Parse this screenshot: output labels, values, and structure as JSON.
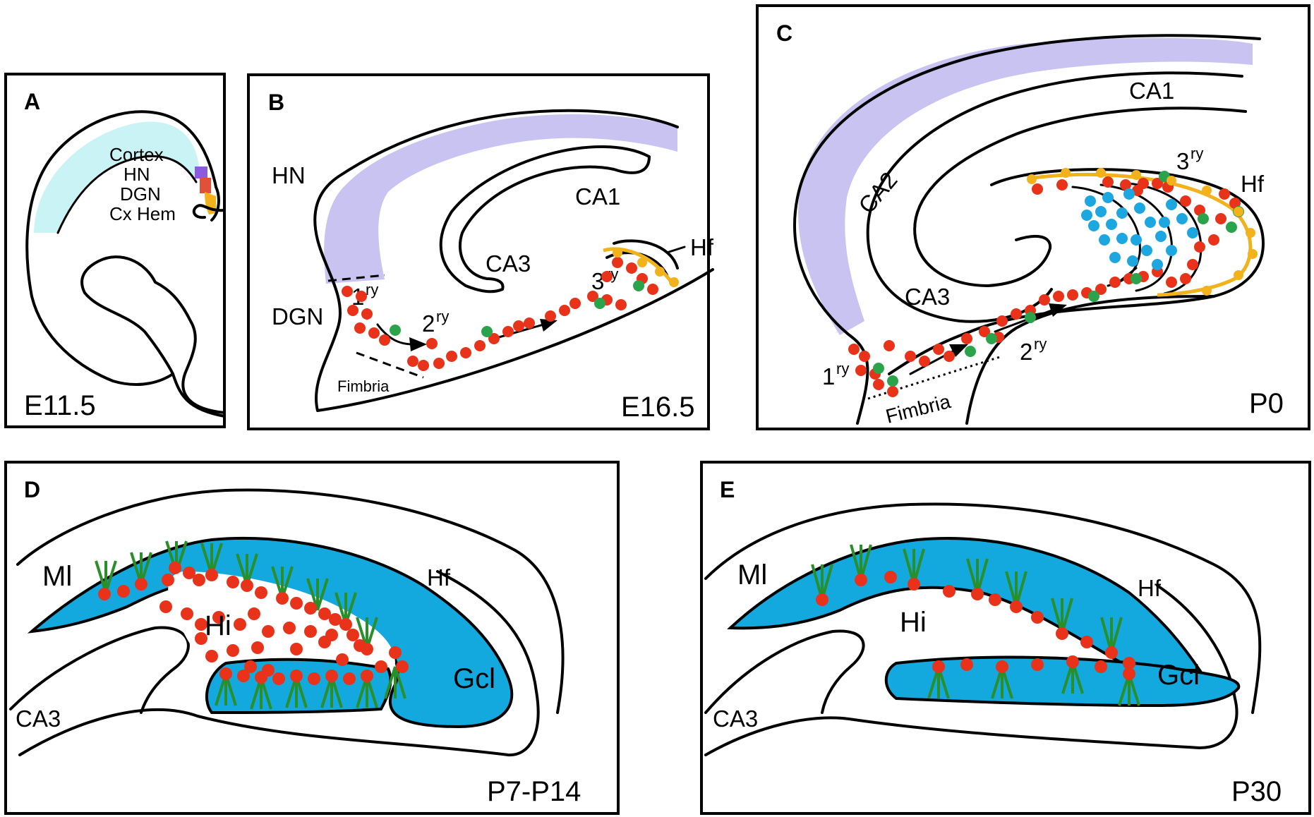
{
  "colors": {
    "cortex": "#c9f3f5",
    "hn": "#c9c3f2",
    "hn_block": "#8c5cdc",
    "dgn": "#e2503a",
    "cx_hem": "#f2b21b",
    "cell_red": "#e8321a",
    "cell_green": "#2aa34a",
    "cell_blue": "#1ca7e0",
    "fiber_orange": "#f2b21b",
    "gcl_blue": "#13a8de",
    "dendrite_green": "#2a8f2a"
  },
  "panels": {
    "A": {
      "letter": "A",
      "stage": "E11.5",
      "legend": [
        {
          "label": "Cortex",
          "color": "#19d6e6"
        },
        {
          "label": "HN",
          "color": "#8c5cdc"
        },
        {
          "label": "DGN",
          "color": "#e23a2a"
        },
        {
          "label": "Cx Hem",
          "color": "#f2b21b"
        }
      ]
    },
    "B": {
      "letter": "B",
      "stage": "E16.5",
      "regions": {
        "hn": "HN",
        "dgn": "DGN",
        "ca1": "CA1",
        "ca3": "CA3",
        "hf": "Hf",
        "fimbria": "Fimbria"
      },
      "matrices": {
        "primary": "1",
        "secondary": "2",
        "tertiary": "3",
        "suffix": "ry"
      }
    },
    "C": {
      "letter": "C",
      "stage": "P0",
      "regions": {
        "ca1": "CA1",
        "ca2": "CA2",
        "ca3": "CA3",
        "hf": "Hf",
        "fimbria": "Fimbria"
      },
      "matrices": {
        "primary": "1",
        "secondary": "2",
        "tertiary": "3",
        "suffix": "ry"
      }
    },
    "D": {
      "letter": "D",
      "stage": "P7-P14",
      "regions": {
        "ml": "Ml",
        "hi": "Hi",
        "hf": "Hf",
        "gcl": "Gcl",
        "ca3": "CA3"
      }
    },
    "E": {
      "letter": "E",
      "stage": "P30",
      "regions": {
        "ml": "Ml",
        "hi": "Hi",
        "hf": "Hf",
        "gcl": "Gcl",
        "ca3": "CA3"
      }
    }
  }
}
